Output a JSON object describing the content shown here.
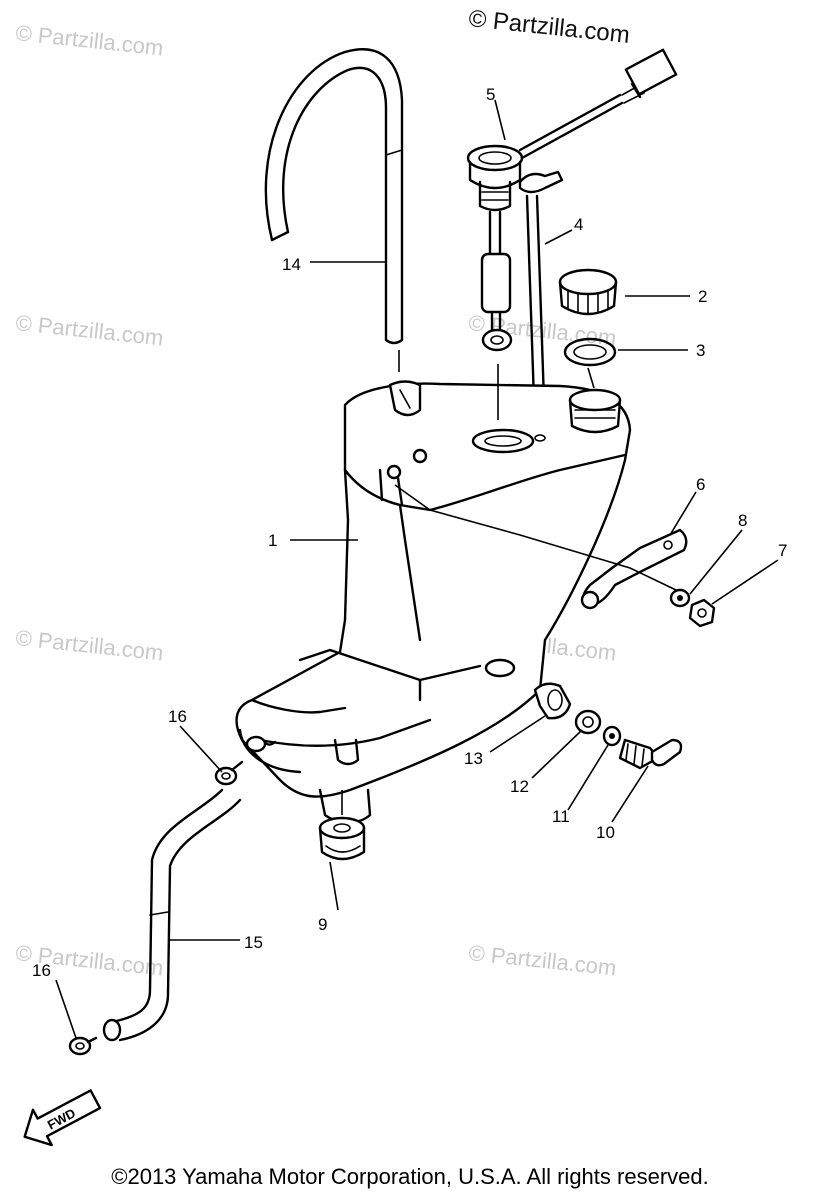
{
  "watermark": {
    "top_text": "© Partzilla.com",
    "repeat_text": "© Partzilla.com"
  },
  "callouts": {
    "p1": "1",
    "p2": "2",
    "p3": "3",
    "p4": "4",
    "p5": "5",
    "p6": "6",
    "p7": "7",
    "p8": "8",
    "p9": "9",
    "p10": "10",
    "p11": "11",
    "p12": "12",
    "p13": "13",
    "p14": "14",
    "p15": "15",
    "p16a": "16",
    "p16b": "16"
  },
  "fwd_label": "FWD",
  "copyright": "©2013 Yamaha Motor Corporation, U.S.A. All rights reserved.",
  "colors": {
    "line": "#000000",
    "watermark": "#c8c8c8",
    "background": "#ffffff"
  }
}
